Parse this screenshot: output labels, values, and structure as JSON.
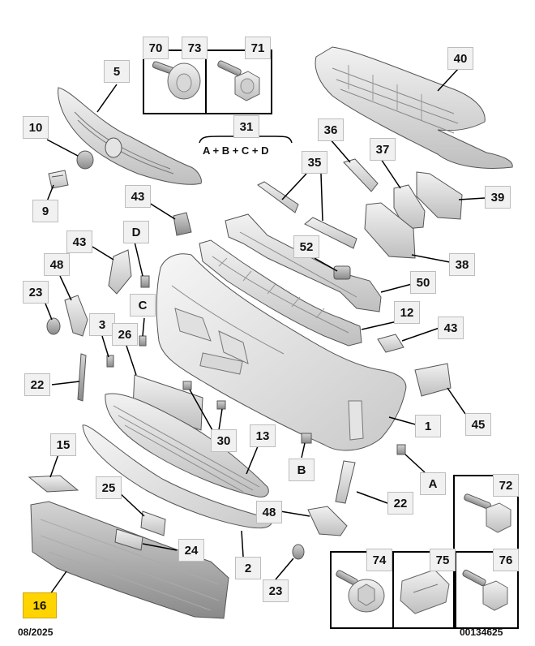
{
  "labels": {
    "n70": "70",
    "n73": "73",
    "n71": "71",
    "n5": "5",
    "n40": "40",
    "n10": "10",
    "n31": "31",
    "n36": "36",
    "n37": "37",
    "n9": "9",
    "n35": "35",
    "n39": "39",
    "n43a": "43",
    "nD": "D",
    "n43b": "43",
    "n48a": "48",
    "n52": "52",
    "n38": "38",
    "n50": "50",
    "n23a": "23",
    "nC": "C",
    "n12": "12",
    "n3": "3",
    "n26": "26",
    "n43c": "43",
    "n22a": "22",
    "n45": "45",
    "n1": "1",
    "n30": "30",
    "n13": "13",
    "n15": "15",
    "nB": "B",
    "nA": "A",
    "n72": "72",
    "n25": "25",
    "n22b": "22",
    "n48b": "48",
    "n24": "24",
    "n74": "74",
    "n75": "75",
    "n76": "76",
    "n2": "2",
    "n23b": "23",
    "n16": "16"
  },
  "formula": "A + B + C + D",
  "footer": {
    "date": "08/2025",
    "reference": "00134625"
  }
}
